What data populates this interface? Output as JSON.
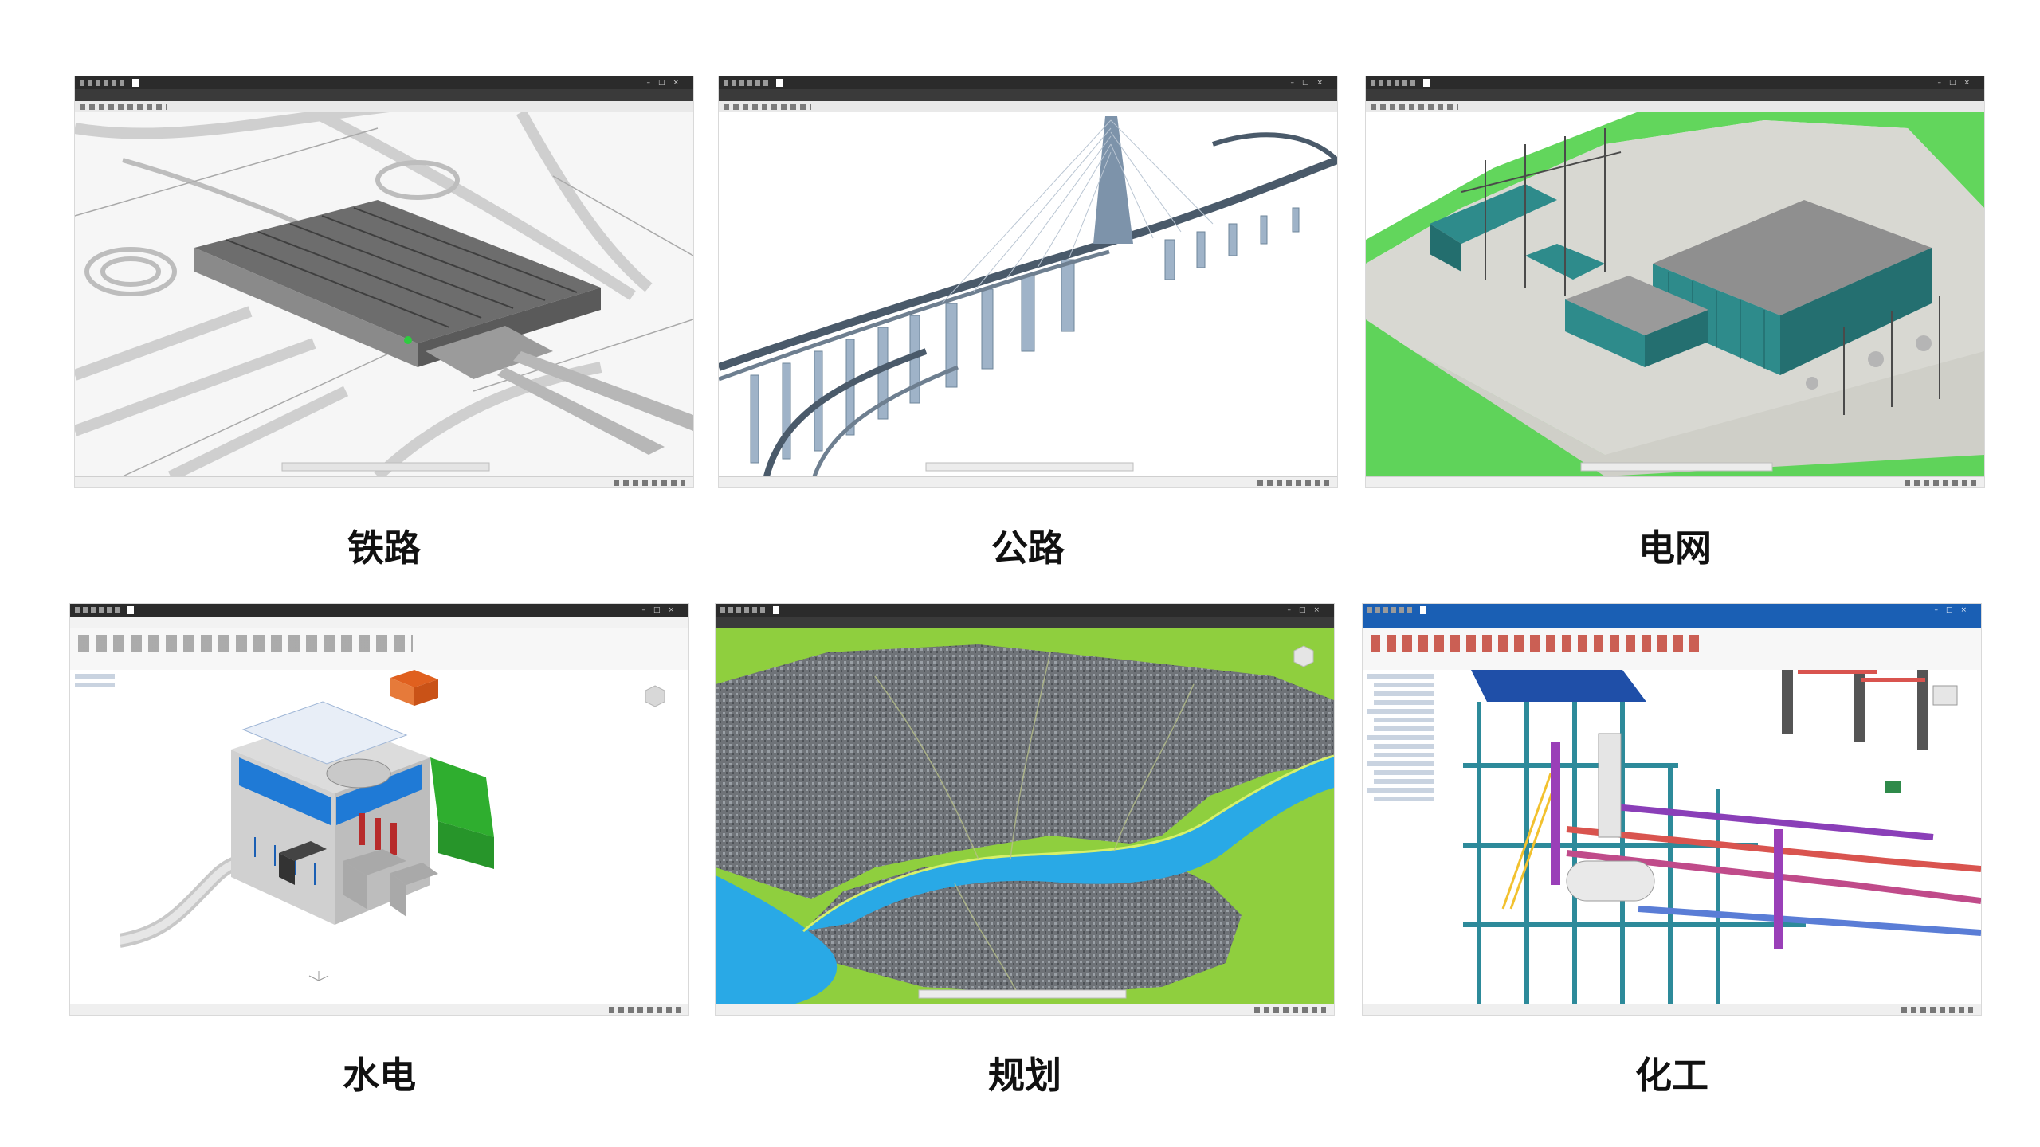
{
  "panels": [
    {
      "id": "railway",
      "caption": "铁路",
      "file_name": "",
      "menu": [
        "",
        "",
        "",
        "",
        "",
        "",
        "",
        "",
        ""
      ],
      "status": ""
    },
    {
      "id": "highway",
      "caption": "公路",
      "file_name": "",
      "menu": [
        "",
        "",
        "",
        "",
        "",
        "",
        "",
        "",
        ""
      ],
      "status": ""
    },
    {
      "id": "power-grid",
      "caption": "电网",
      "file_name": "",
      "menu": [
        "",
        "",
        "",
        "",
        "",
        "",
        "",
        ""
      ],
      "status": ""
    },
    {
      "id": "hydropower",
      "caption": "水电",
      "file_name": "",
      "menu": [
        "",
        "",
        "",
        "",
        "",
        "",
        "",
        "",
        ""
      ],
      "status": ""
    },
    {
      "id": "planning",
      "caption": "规划",
      "file_name": "",
      "menu": [
        "",
        "",
        "",
        "",
        "",
        ""
      ],
      "status": ""
    },
    {
      "id": "chemical",
      "caption": "化工",
      "file_name": "",
      "menu": [
        "",
        "",
        "",
        "",
        "",
        ""
      ],
      "status": ""
    }
  ],
  "colors": {
    "titlebar": "#2b2b2b",
    "terrain_green": "#5fd35a",
    "water_blue": "#29a9e6",
    "building_teal": "#2e8b8b",
    "chem_blue": "#1a5fb4"
  },
  "icons": [
    "minimize-icon",
    "maximize-icon",
    "close-icon",
    "view-cube-icon"
  ]
}
